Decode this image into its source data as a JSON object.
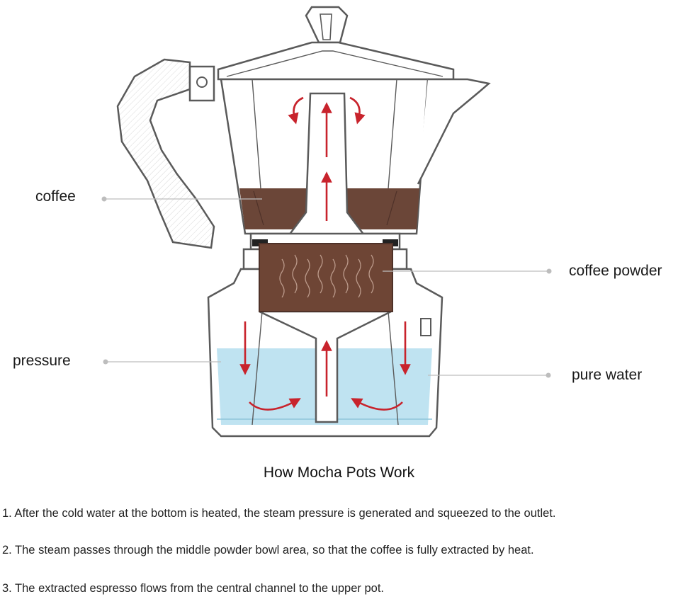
{
  "labels": {
    "coffee": "coffee",
    "coffee_powder": "coffee powder",
    "pressure": "pressure",
    "pure_water": "pure water"
  },
  "title": "How Mocha Pots Work",
  "steps": [
    "1. After the cold water at the bottom is heated, the steam pressure is generated and squeezed to the outlet.",
    "2. The steam passes through the middle powder bowl area, so that the coffee is fully extracted by heat.",
    "3. The extracted espresso flows from the central channel to the upper pot."
  ],
  "colors": {
    "outline": "#5a5a5a",
    "coffee": "#6b4638",
    "coffee_powder": "#6e4535",
    "water": "#bfe3f1",
    "arrow": "#c8232c",
    "leader": "#bdbdbd"
  }
}
